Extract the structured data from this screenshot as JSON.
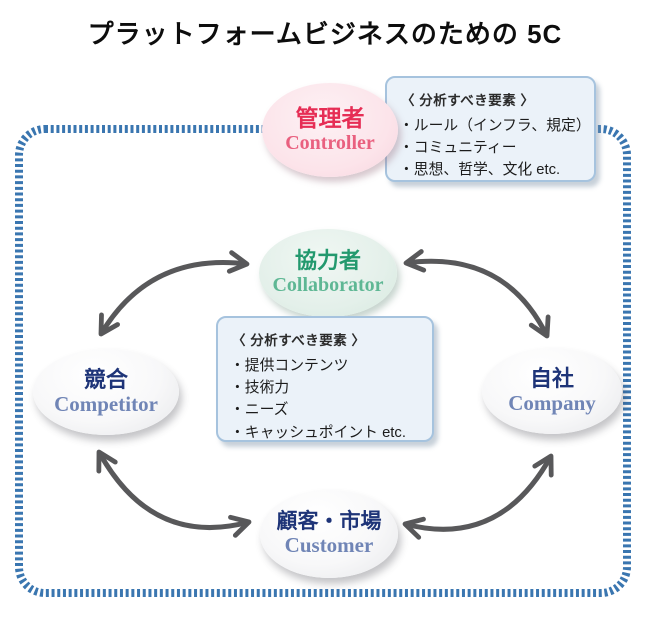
{
  "title": "プラットフォームビジネスのための 5C",
  "nodes": {
    "controller": {
      "jp": "管理者",
      "en": "Controller"
    },
    "collaborator": {
      "jp": "協力者",
      "en": "Collaborator"
    },
    "competitor": {
      "jp": "競合",
      "en": "Competitor"
    },
    "company": {
      "jp": "自社",
      "en": "Company"
    },
    "customer": {
      "jp": "顧客・市場",
      "en": "Customer"
    }
  },
  "analysis_boxes": {
    "controller": {
      "header": "〈 分析すべき要素 〉",
      "items": [
        "・ルール（インフラ、規定）",
        "・コミュニティー",
        "・思想、哲学、文化 etc."
      ]
    },
    "collaborator": {
      "header": "〈 分析すべき要素 〉",
      "items": [
        "・提供コンテンツ",
        "・技術力",
        "・ニーズ",
        "・キャッシュポイント etc."
      ]
    }
  },
  "colors": {
    "dashed_border_blue": "#3a76b0",
    "arrow_gray": "#58585a",
    "controller_red": "#e62e55",
    "collaborator_green": "#23996e",
    "navy": "#1e3478",
    "box_fill": "#ebf2f9",
    "box_border": "#a6c3de"
  }
}
